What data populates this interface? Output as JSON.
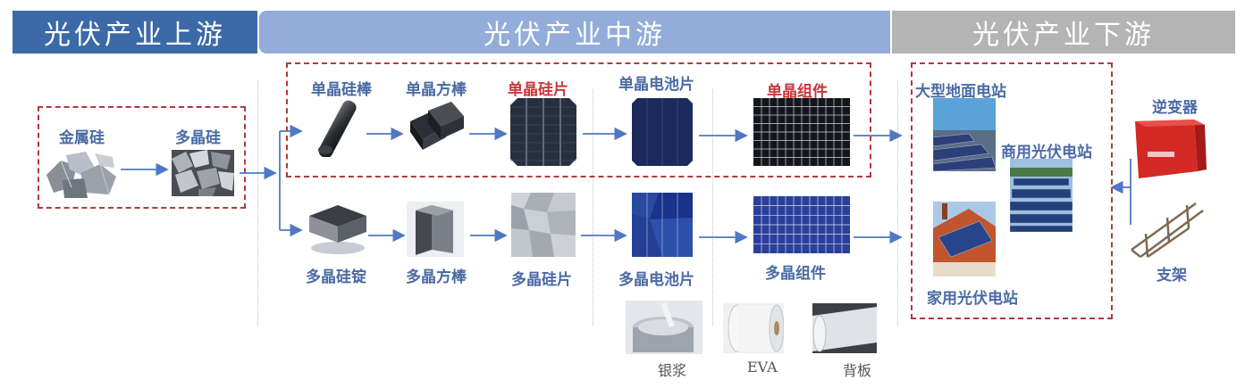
{
  "headers": {
    "upstream": "光伏产业上游",
    "midstream": "光伏产业中游",
    "downstream": "光伏产业下游"
  },
  "upstream": {
    "metal_silicon": "金属硅",
    "poly_silicon": "多晶硅"
  },
  "mono_chain": {
    "rod": "单晶硅棒",
    "square_rod": "单晶方棒",
    "wafer": "单晶硅片",
    "cell": "单晶电池片",
    "module": "单晶组件"
  },
  "poly_chain": {
    "ingot": "多晶硅锭",
    "square_rod": "多晶方棒",
    "wafer": "多晶硅片",
    "cell": "多晶电池片",
    "module": "多晶组件"
  },
  "materials": {
    "silver_paste": "银浆",
    "eva": "EVA",
    "backsheet": "背板"
  },
  "downstream": {
    "large_ground": "大型地面电站",
    "commercial": "商用光伏电站",
    "household": "家用光伏电站",
    "inverter": "逆变器",
    "bracket": "支架"
  },
  "colors": {
    "header_upstream": "#3c6aa8",
    "header_midstream": "#93acd9",
    "header_downstream": "#b4b4b4",
    "label_blue": "#4a6aa5",
    "label_red": "#c8373a",
    "arrow": "#4e78c4",
    "dashed_box": "#b03a3e"
  }
}
